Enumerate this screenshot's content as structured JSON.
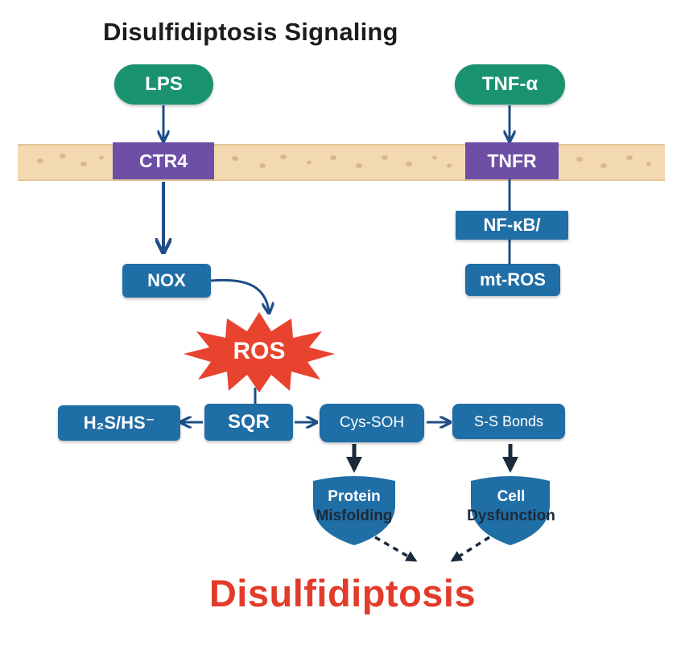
{
  "title": "Disulfidiptosis Signaling",
  "nodes": {
    "lps": "LPS",
    "tnfa": "TNF-α",
    "ctr4": "CTR4",
    "tnfr": "TNFR",
    "nfkb": "NF-κB/",
    "mtros": "mt-ROS",
    "nox": "NOX",
    "ros": "ROS",
    "h2s": "H₂S/HS⁻",
    "sqr": "SQR",
    "cyssoh": "Cys-SOH",
    "ssbonds": "S-S Bonds",
    "protein_line1": "Protein",
    "protein_line2": "Misfolding",
    "cell_line1": "Cell",
    "cell_line2": "Dysfunction"
  },
  "final": "Disulfidiptosis",
  "colors": {
    "ligand": "#18926f",
    "receptor": "#6d4fa6",
    "node": "#206ea6",
    "ros": "#e8432f",
    "membrane": "#f3d9b1",
    "arrow": "#1f4e86",
    "final": "#e23b2a"
  }
}
